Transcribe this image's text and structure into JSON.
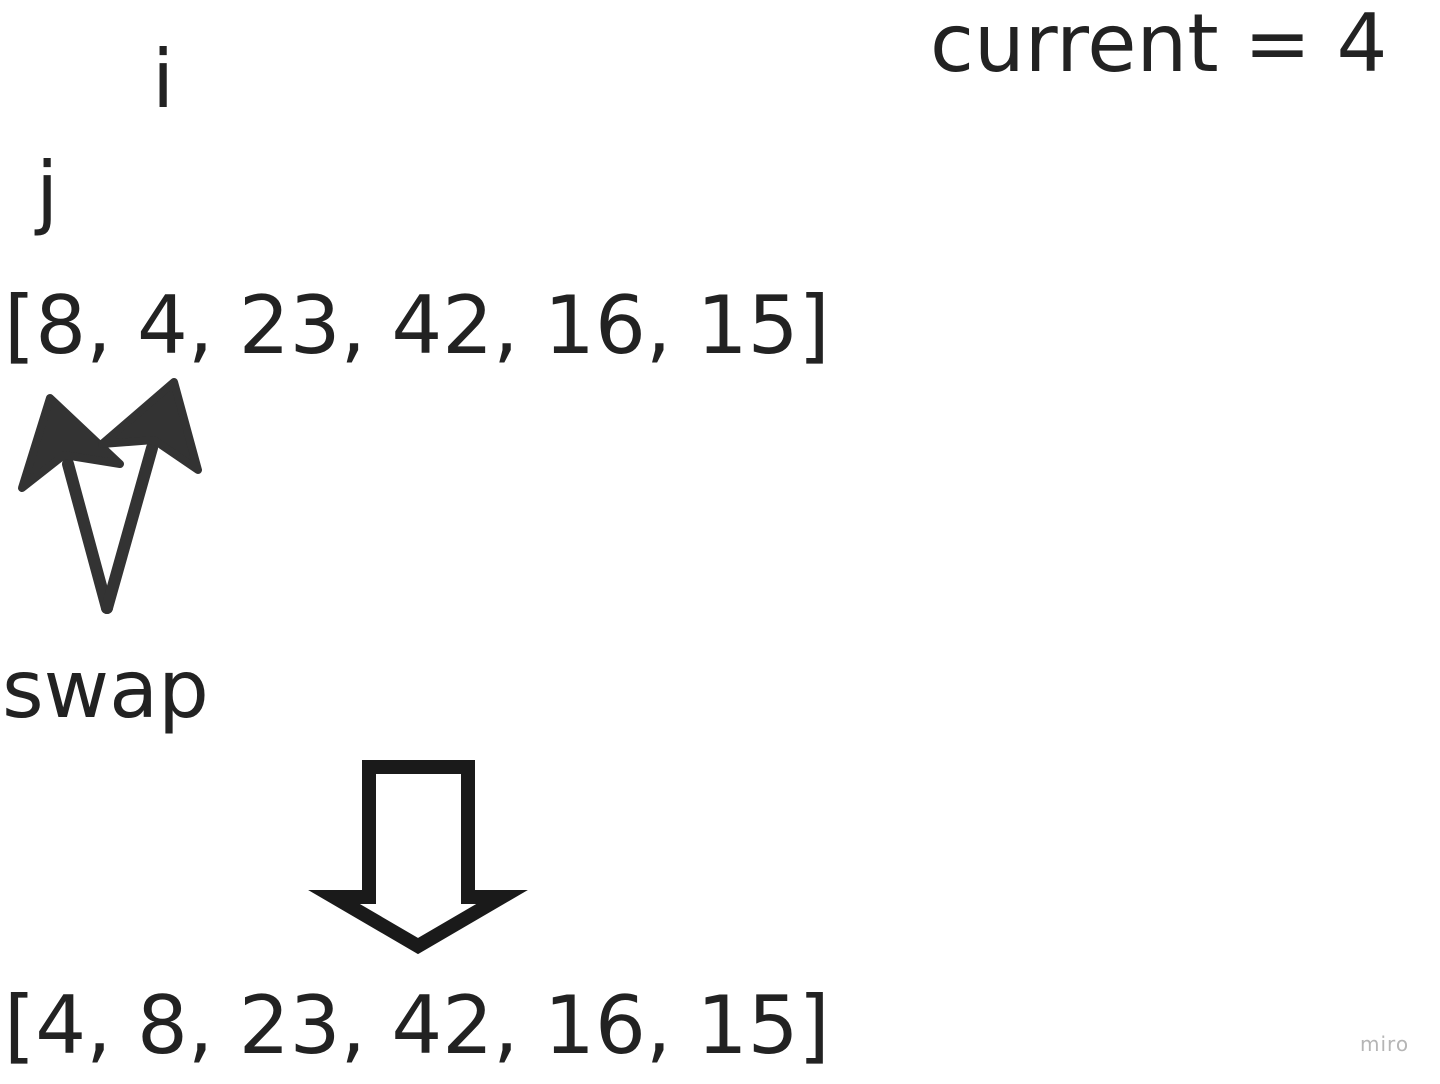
{
  "current_label": "current = 4",
  "i_label": "i",
  "j_label": "j",
  "array_before": "[8, 4, 23, 42, 16, 15]",
  "swap_label": "swap",
  "array_after": "[4, 8, 23, 42, 16, 15]",
  "watermark": "miro",
  "colors": {
    "text": "#222222",
    "arrows": "#333333",
    "down_arrow": "#1a1a1a",
    "watermark": "#b5b5b5"
  },
  "icons": {
    "swap_arrows": "swap-arrows-icon",
    "down_arrow": "down-arrow-icon"
  }
}
